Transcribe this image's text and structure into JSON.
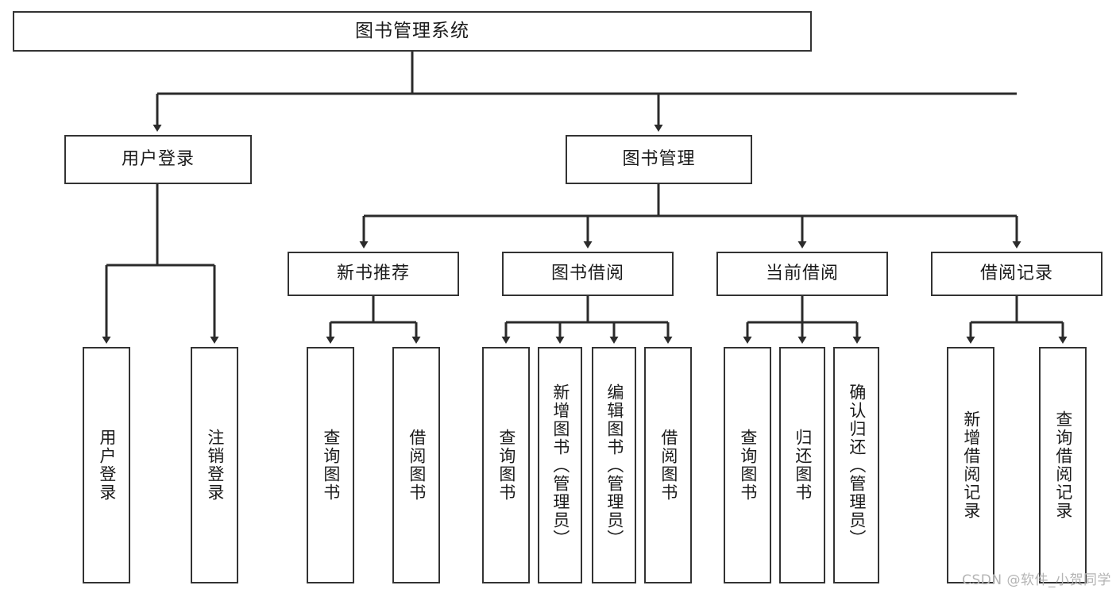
{
  "diagram": {
    "title": "图书管理系统",
    "type": "tree",
    "orientation": "top-down",
    "colors": {
      "node_border": "#333333",
      "node_fill": "#ffffff",
      "edge": "#333333",
      "text": "#1b1b1b",
      "background": "#ffffff",
      "watermark": "#b4b4b4"
    },
    "nodes": {
      "root": {
        "label": "图书管理系统"
      },
      "level2": [
        {
          "id": "user-login",
          "label": "用户登录"
        },
        {
          "id": "book-manage",
          "label": "图书管理"
        }
      ],
      "level3": [
        {
          "id": "new-book-recommend",
          "label": "新书推荐"
        },
        {
          "id": "book-borrow",
          "label": "图书借阅"
        },
        {
          "id": "current-borrow",
          "label": "当前借阅"
        },
        {
          "id": "borrow-record",
          "label": "借阅记录"
        }
      ],
      "leaves": [
        {
          "id": "leaf-user-login",
          "label": "用户登录",
          "parent": "user-login"
        },
        {
          "id": "leaf-logout-login",
          "label": "注销登录",
          "parent": "user-login"
        },
        {
          "id": "leaf-query-book-1",
          "label": "查询图书",
          "parent": "new-book-recommend"
        },
        {
          "id": "leaf-borrow-book-1",
          "label": "借阅图书",
          "parent": "new-book-recommend"
        },
        {
          "id": "leaf-query-book-2",
          "label": "查询图书",
          "parent": "book-borrow"
        },
        {
          "id": "leaf-add-book",
          "label": "新增图书（管理员）",
          "parent": "book-borrow"
        },
        {
          "id": "leaf-edit-book",
          "label": "编辑图书（管理员）",
          "parent": "book-borrow"
        },
        {
          "id": "leaf-borrow-book-2",
          "label": "借阅图书",
          "parent": "book-borrow"
        },
        {
          "id": "leaf-query-book-3",
          "label": "查询图书",
          "parent": "current-borrow"
        },
        {
          "id": "leaf-return-book",
          "label": "归还图书",
          "parent": "current-borrow"
        },
        {
          "id": "leaf-confirm-return",
          "label": "确认归还（管理员）",
          "parent": "current-borrow"
        },
        {
          "id": "leaf-add-record",
          "label": "新增借阅记录",
          "parent": "borrow-record"
        },
        {
          "id": "leaf-query-record",
          "label": "查询借阅记录",
          "parent": "borrow-record"
        }
      ]
    },
    "watermark": "CSDN @软件_小贺同学"
  }
}
